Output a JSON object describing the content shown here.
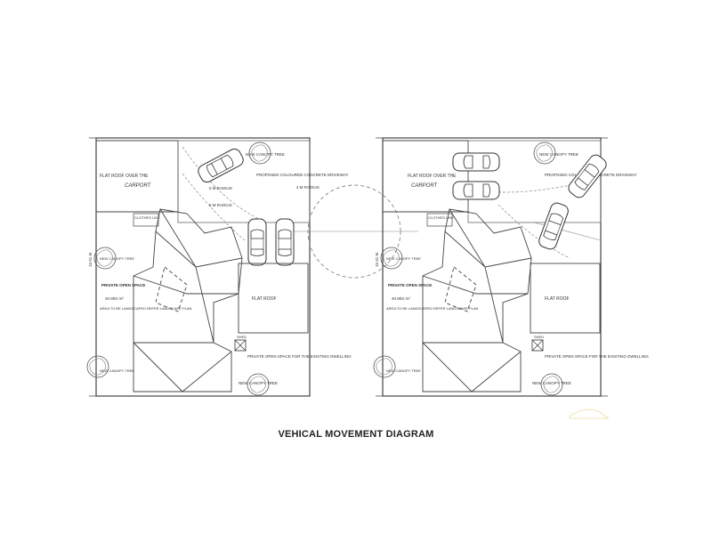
{
  "caption": "VEHICAL MOVEMENT DIAGRAM",
  "left_plan": {
    "flat_roof_top": "FLAT ROOF OVER THE",
    "carport_handwritten": "CARPORT",
    "new_canopy_tree": "NEW CANOPY TREE",
    "proposed_driveway": "PROPOSED COLOURED CONCRETE DRIVEWAY",
    "radius_1": "6 M RADIUS",
    "radius_2": "6 M RADIUS",
    "radius_3": "4 M RADIUS",
    "clothes_line": "CLOTHES LINE",
    "private_open_space": "PRIVATE OPEN SPACE",
    "area": "40.90S m²",
    "landscape_note": "AREA TO BE LANDSCAPED REFER LANDSCAPE PLAN",
    "flat_roof": "FLAT ROOF",
    "shed": "SHED",
    "pos_existing": "PRIVATE OPEN SPACE FOR THE EXISTING DWELLING",
    "new_canopy_tree_left_upper": "NEW CANOPY TREE",
    "new_canopy_tree_left_lower": "NEW CANOPY TREE",
    "new_canopy_tree_bottom": "NEW CANOPY TREE",
    "boundary_label": "15.91 M"
  },
  "right_plan": {
    "flat_roof_top": "FLAT ROOF OVER THE",
    "carport_handwritten": "CARPORT",
    "new_canopy_tree": "NEW CANOPY TREE",
    "proposed_driveway": "PROPOSED COLOURED CONCRETE DRIVEWAY",
    "clothes_line": "CLOTHES LINE",
    "private_open_space": "PRIVATE OPEN SPACE",
    "area": "40.90S m²",
    "landscape_note": "AREA TO BE LANDSCAPED REFER LANDSCAPE PLAN",
    "flat_roof": "FLAT ROOF",
    "shed": "SHED",
    "pos_existing": "PRIVATE OPEN SPACE FOR THE EXISTING DWELLING",
    "new_canopy_tree_left_upper": "NEW CANOPY TREE",
    "new_canopy_tree_left_lower": "NEW CANOPY TREE",
    "new_canopy_tree_bottom": "NEW CANOPY TREE",
    "boundary_label": "15.91 M"
  },
  "colors": {
    "line": "#444444",
    "light_line": "#888888",
    "paper": "#ffffff"
  }
}
